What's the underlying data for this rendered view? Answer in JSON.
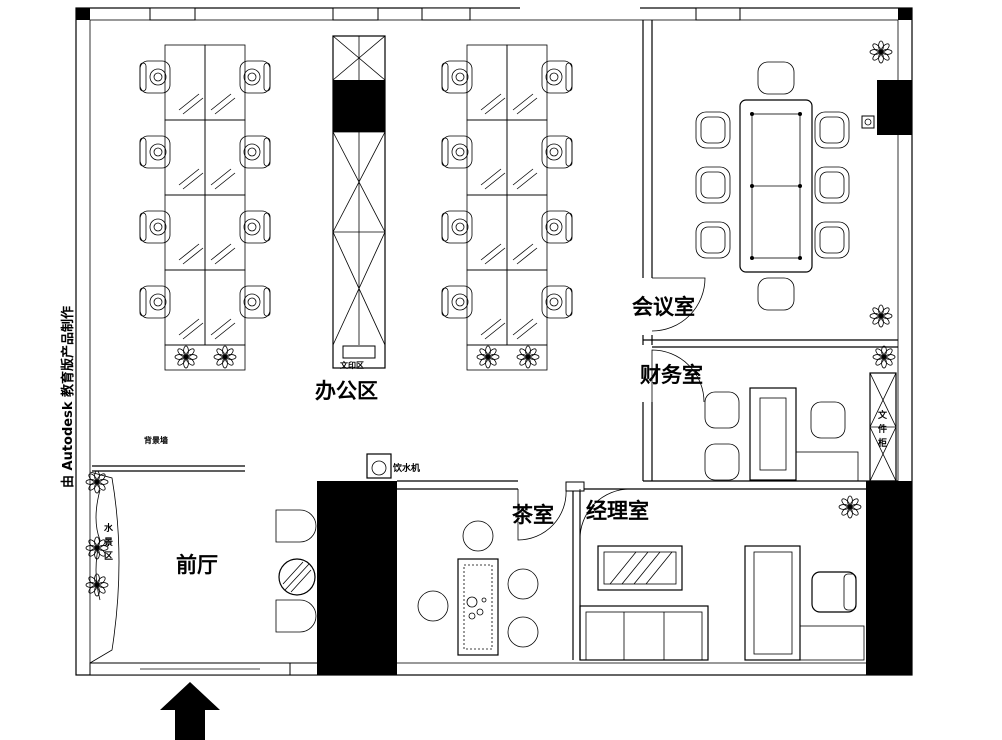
{
  "rooms": {
    "office": "办公区",
    "meeting": "会议室",
    "finance": "财务室",
    "tea": "茶室",
    "manager": "经理室",
    "lobby": "前厅"
  },
  "labels": {
    "print_area": "文印区",
    "water_dispenser": "饮水机",
    "background_wall": "背景墙",
    "water_feature": [
      "水",
      "景",
      "区"
    ],
    "file_cabinet": [
      "文",
      "件",
      "柜"
    ]
  },
  "watermark": "由 Autodesk 教育版产品制作"
}
